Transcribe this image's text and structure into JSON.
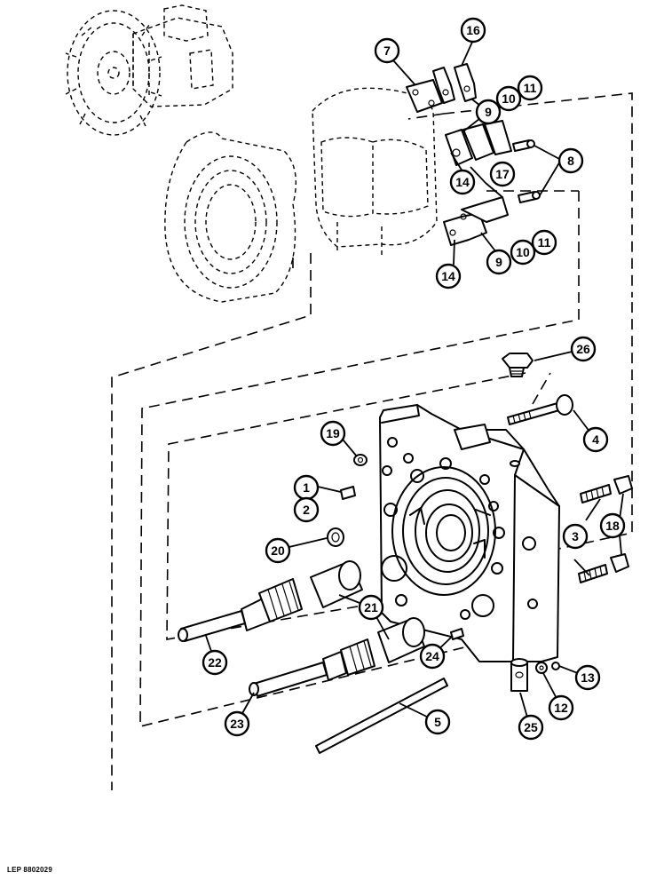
{
  "figure": {
    "reference_code": "LEP 8802029",
    "callouts": [
      {
        "id": "c1",
        "number": "1"
      },
      {
        "id": "c2",
        "number": "2"
      },
      {
        "id": "c3",
        "number": "3"
      },
      {
        "id": "c4",
        "number": "4"
      },
      {
        "id": "c5",
        "number": "5"
      },
      {
        "id": "c7",
        "number": "7"
      },
      {
        "id": "c8",
        "number": "8"
      },
      {
        "id": "c9a",
        "number": "9"
      },
      {
        "id": "c9b",
        "number": "9"
      },
      {
        "id": "c10a",
        "number": "10"
      },
      {
        "id": "c10b",
        "number": "10"
      },
      {
        "id": "c11a",
        "number": "11"
      },
      {
        "id": "c11b",
        "number": "11"
      },
      {
        "id": "c12",
        "number": "12"
      },
      {
        "id": "c13",
        "number": "13"
      },
      {
        "id": "c14a",
        "number": "14"
      },
      {
        "id": "c14b",
        "number": "14"
      },
      {
        "id": "c16",
        "number": "16"
      },
      {
        "id": "c17",
        "number": "17"
      },
      {
        "id": "c18",
        "number": "18"
      },
      {
        "id": "c19",
        "number": "19"
      },
      {
        "id": "c20",
        "number": "20"
      },
      {
        "id": "c21",
        "number": "21"
      },
      {
        "id": "c22",
        "number": "22"
      },
      {
        "id": "c23",
        "number": "23"
      },
      {
        "id": "c24",
        "number": "24"
      },
      {
        "id": "c25",
        "number": "25"
      },
      {
        "id": "c26",
        "number": "26"
      }
    ]
  }
}
